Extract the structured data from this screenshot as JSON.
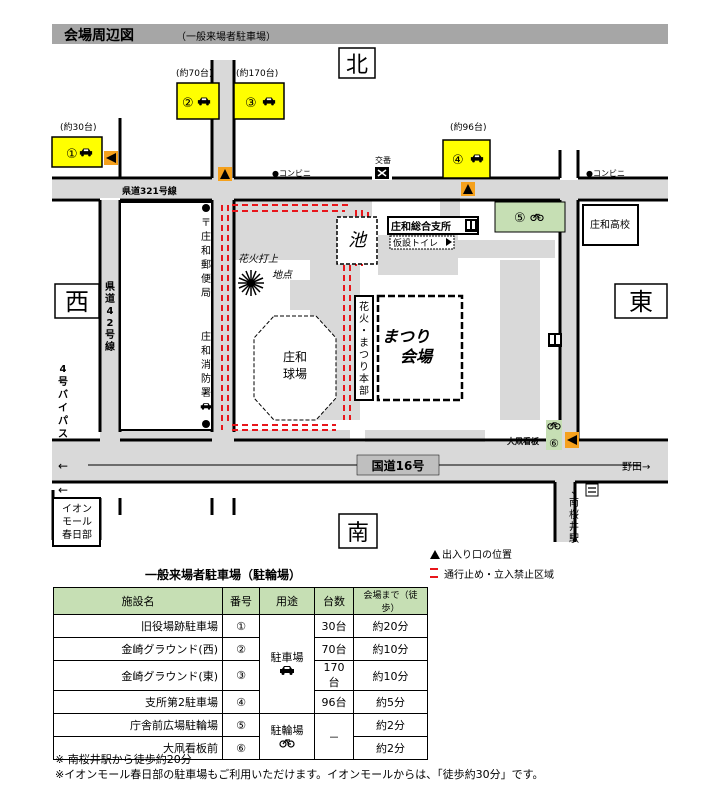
{
  "header": {
    "title": "会場周辺図",
    "subtitle": "（一般来場者駐車場）"
  },
  "compass": {
    "north": "北",
    "south": "南",
    "east": "東",
    "west": "西"
  },
  "lots": [
    {
      "num": "①",
      "cap": "(約30台)"
    },
    {
      "num": "②",
      "cap": "(約70台)"
    },
    {
      "num": "③",
      "cap": "(約170台)"
    },
    {
      "num": "④",
      "cap": "(約96台)"
    },
    {
      "num": "⑤"
    },
    {
      "num": "⑥"
    }
  ],
  "map": {
    "convenience1": "●コンビニ",
    "convenience2": "●コンビニ",
    "koban": "交番",
    "prefroad321": "県道321号線",
    "prefroad42": [
      "県",
      "道",
      "4",
      "2",
      "号",
      "線"
    ],
    "bypass": [
      "4",
      "号",
      "バ",
      "イ",
      "パ",
      "ス"
    ],
    "post_office": [
      "〒",
      "庄",
      "和",
      "郵",
      "便",
      "局"
    ],
    "fire_station": [
      "庄",
      "和",
      "消",
      "防",
      "署"
    ],
    "fireworks_site_1": "花火打上",
    "fireworks_site_2": "地点",
    "stadium_1": "庄和",
    "stadium_2": "球場",
    "pond": "池",
    "branch_office": "庄和総合支所",
    "temp_toilet": "仮設トイレ",
    "hq": [
      "花",
      "火",
      "・",
      "ま",
      "つ",
      "り",
      "本",
      "部"
    ],
    "venue_1": "まつり",
    "venue_2": "会場",
    "high_school": "庄和高校",
    "signboard": "大凧看板",
    "route16": "国道16号",
    "noda": "野田→",
    "left_arrow": "←",
    "aeon": [
      "イオン",
      "モール",
      "春日部"
    ],
    "station": [
      "↓",
      "南",
      "桜",
      "井",
      "駅"
    ]
  },
  "legend": {
    "entrance": "出入り口の位置",
    "restricted": "通行止め・立入禁止区域"
  },
  "table": {
    "title": "一般来場者駐車場（駐輪場）",
    "headers": [
      "施設名",
      "番号",
      "用途",
      "台数",
      "会場まで（徒歩）"
    ],
    "rows": [
      {
        "name": "旧役場跡駐車場",
        "num": "①",
        "count": "30台",
        "walk": "約20分"
      },
      {
        "name": "金崎グラウンド(西)",
        "num": "②",
        "count": "70台",
        "walk": "約10分"
      },
      {
        "name": "金崎グラウンド(東)",
        "num": "③",
        "count": "170台",
        "walk": "約10分"
      },
      {
        "name": "支所第2駐車場",
        "num": "④",
        "count": "96台",
        "walk": "約5分"
      },
      {
        "name": "庁舎前広場駐輪場",
        "num": "⑤",
        "count": "－",
        "walk": "約2分"
      },
      {
        "name": "大凧看板前",
        "num": "⑥",
        "walk": "約2分"
      }
    ],
    "use_parking": "駐車場",
    "use_bike": "駐輪場"
  },
  "notes": [
    "※ 南桜井駅から徒歩約20分",
    "※イオンモール春日部の駐車場もご利用いただけます。イオンモールからは、「徒歩約30分」です。"
  ],
  "colors": {
    "lot_yellow": "#ffff00",
    "bike_green": "#c6dfb4",
    "restricted_red": "#e8161b",
    "road_gray": "#d9d9d9",
    "entrance_orange": "#f5a11d"
  }
}
